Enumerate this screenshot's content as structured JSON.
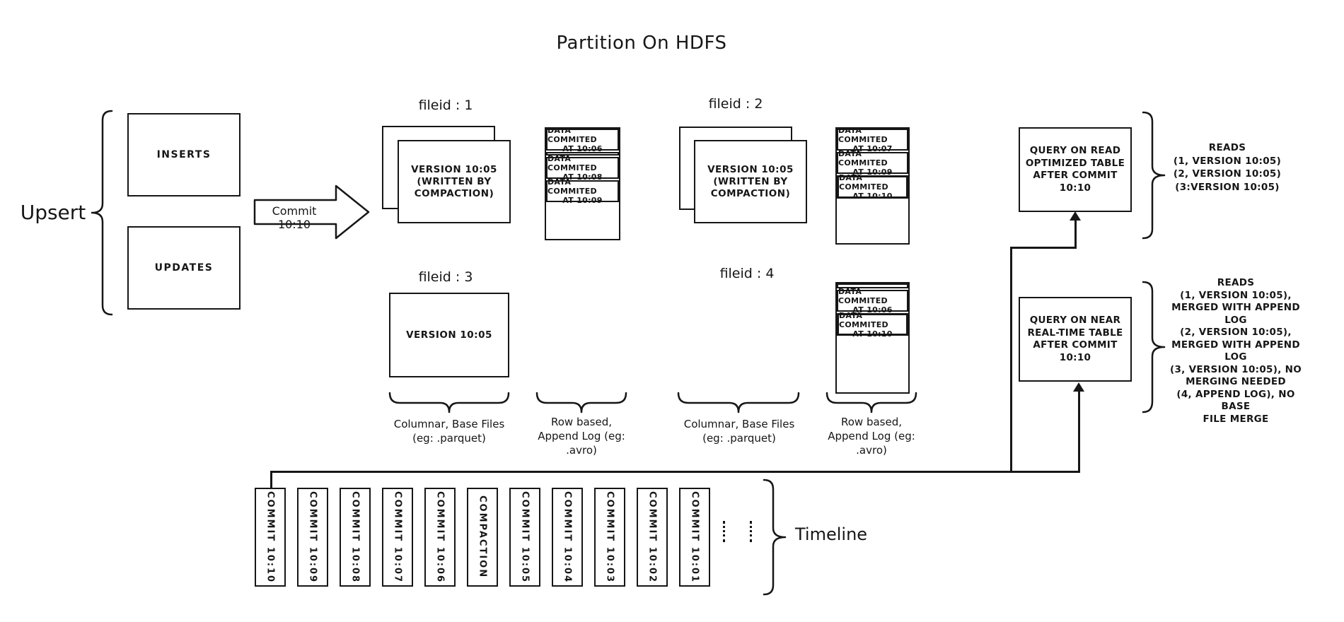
{
  "colors": {
    "ink": "#161616",
    "paper": "#ffffff"
  },
  "title": "Partition On HDFS",
  "upsert": {
    "label": "Upsert",
    "inserts": "INSERTS",
    "updates": "UPDATES"
  },
  "commit_arrow": {
    "label": "Commit 10:10"
  },
  "files": {
    "file1": {
      "label": "fileid : 1",
      "lines": [
        "VERSION 10:05",
        "(WRITTEN BY",
        "COMPACTION)"
      ]
    },
    "file2": {
      "label": "fileid : 2",
      "lines": [
        "VERSION 10:05",
        "(WRITTEN BY",
        "COMPACTION)"
      ]
    },
    "file3": {
      "label": "fileid : 3",
      "lines": [
        "VERSION 10:05"
      ]
    },
    "file4": {
      "label": "fileid : 4"
    }
  },
  "logs": {
    "log1": {
      "cells": [
        {
          "l1": "DATA COMMITED",
          "l2": "AT 10:06"
        },
        {
          "l1": "DATA COMMITED",
          "l2": "AT 10:08"
        },
        {
          "l1": "DATA COMMITED",
          "l2": "AT 10:09"
        }
      ]
    },
    "log2": {
      "cells": [
        {
          "l1": "DATA COMMITED",
          "l2": "AT 10:07"
        },
        {
          "l1": "DATA COMMITED",
          "l2": "AT 10:09"
        },
        {
          "l1": "DATA COMMITED",
          "l2": "AT 10:10"
        }
      ]
    },
    "log3": {
      "cells": [
        {
          "l1": "DATA COMMITED",
          "l2": "AT 10:06"
        },
        {
          "l1": "DATA COMMITED",
          "l2": "AT 10:10"
        }
      ]
    }
  },
  "column_labels": {
    "base1": [
      "Columnar, Base Files",
      "(eg: .parquet)"
    ],
    "rowlog1": [
      "Row based,",
      "Append Log  (eg:",
      ".avro)"
    ],
    "base2": [
      "Columnar, Base Files",
      "(eg: .parquet)"
    ],
    "rowlog2": [
      "Row based,",
      "Append Log  (eg:",
      ".avro)"
    ]
  },
  "queries": {
    "read_optimized": {
      "box": [
        "QUERY ON READ",
        "OPTIMIZED TABLE",
        "AFTER COMMIT",
        "10:10"
      ],
      "reads": [
        "READS",
        "(1, VERSION 10:05)",
        "(2, VERSION 10:05)",
        "(3:VERSION 10:05)"
      ]
    },
    "near_real_time": {
      "box": [
        "QUERY ON NEAR",
        "REAL-TIME TABLE",
        "AFTER COMMIT",
        "10:10"
      ],
      "reads": [
        "READS",
        "(1, VERSION 10:05),",
        "MERGED WITH APPEND LOG",
        "(2, VERSION 10:05),",
        "MERGED WITH APPEND LOG",
        "(3, VERSION 10:05), NO",
        "MERGING NEEDED",
        "(4, APPEND LOG), NO BASE",
        "FILE MERGE"
      ]
    }
  },
  "timeline": {
    "label": "Timeline",
    "items": [
      "COMMIT 10:10",
      "COMMIT 10:09",
      "COMMIT 10:08",
      "COMMIT 10:07",
      "COMMIT 10:06",
      "COMPACTION",
      "COMMIT 10:05",
      "COMMIT 10:04",
      "COMMIT 10:03",
      "COMMIT 10:02",
      "COMMIT 10:01"
    ]
  },
  "icons": {
    "commit_arrow": "block-arrow-right",
    "braces": "curly-brace"
  }
}
